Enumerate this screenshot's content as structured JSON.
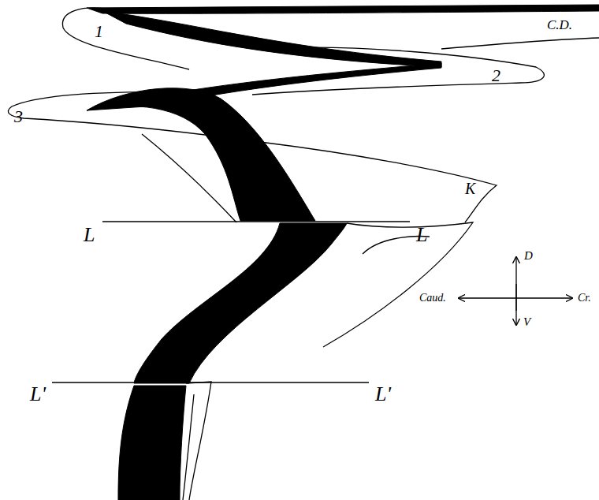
{
  "diagram": {
    "labels": [
      "C.D.",
      "1",
      "2",
      "3",
      "K",
      "L",
      "L",
      "L'",
      "L'",
      "D",
      "V",
      "Caud.",
      "Cr."
    ]
  }
}
